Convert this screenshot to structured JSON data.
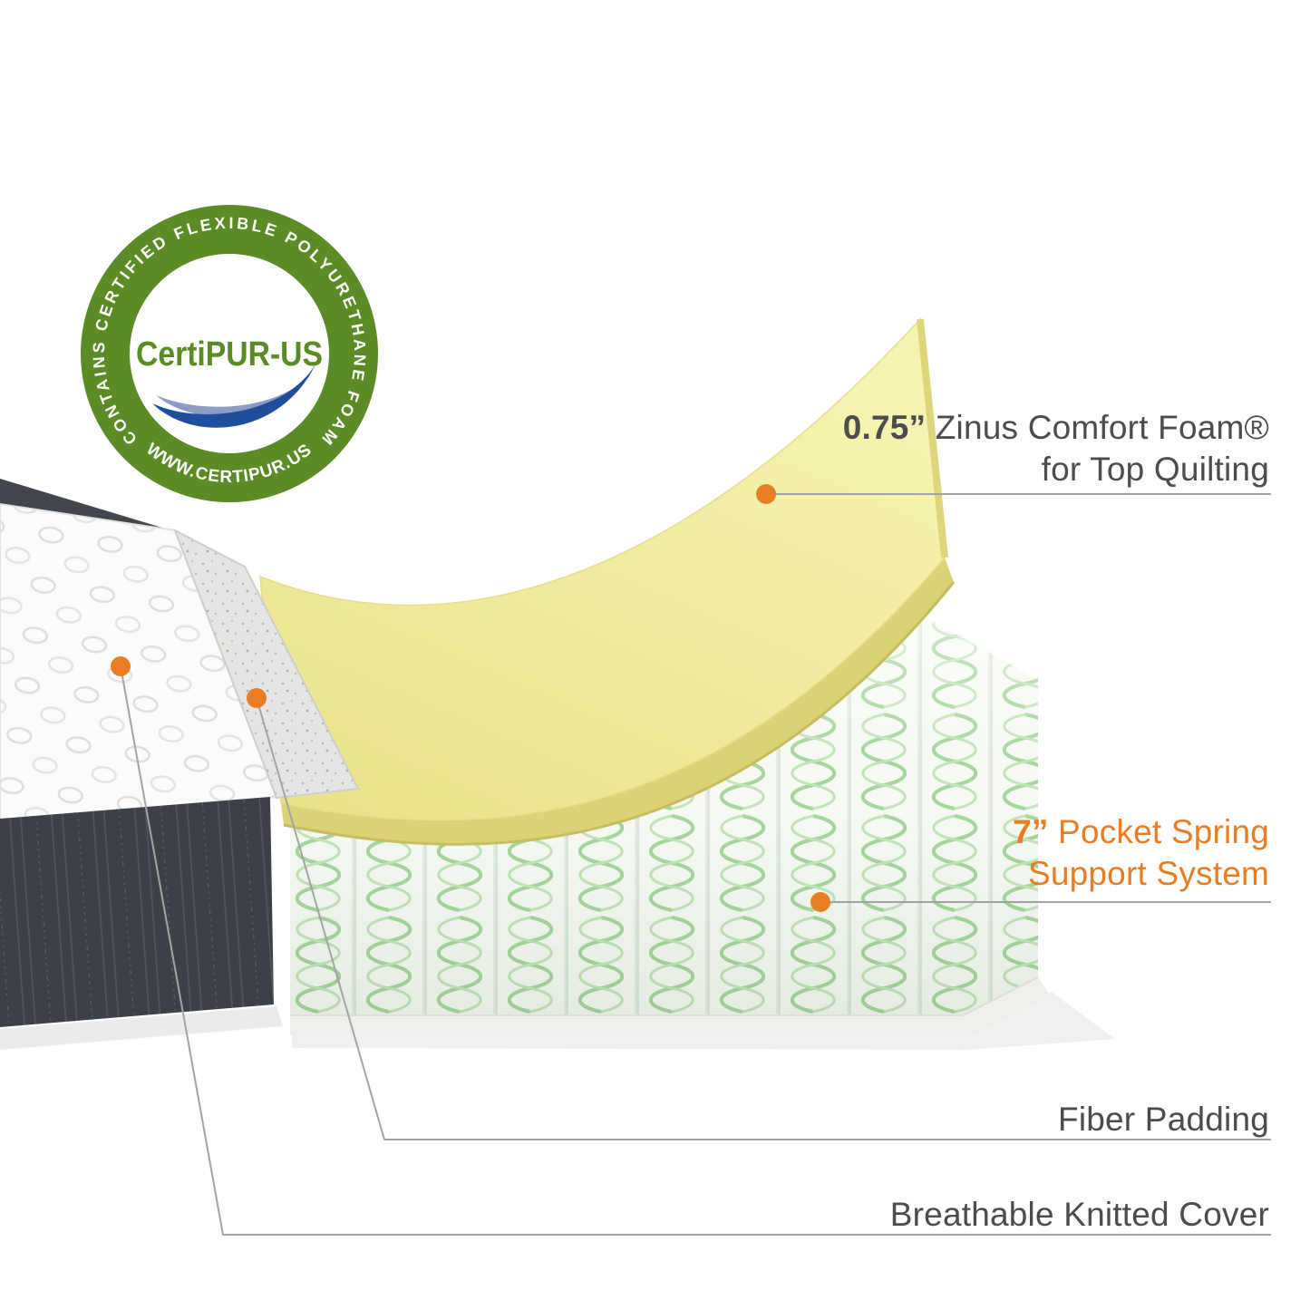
{
  "badge": {
    "top_text": "CONTAINS CERTIFIED FLEXIBLE POLYURETHANE FOAM",
    "bottom_text": "WWW.CERTIPUR.US",
    "center_text": "CertiPUR-US",
    "registered_mark": "®",
    "ring_color": "#5a8b25",
    "swoosh_dark_color": "#1e4e9c",
    "swoosh_light_color": "#8c9cc6"
  },
  "labels": {
    "comfort_foam": {
      "size": "0.75”",
      "name": "Zinus Comfort Foam®",
      "sub": "for Top Quilting"
    },
    "pocket_spring": {
      "size": "7”",
      "name": "Pocket Spring",
      "sub": "Support System",
      "color": "#e87e24"
    },
    "fiber_padding": {
      "text": "Fiber Padding"
    },
    "knitted_cover": {
      "text": "Breathable Knitted Cover"
    }
  },
  "colors": {
    "accent_orange": "#e87e24",
    "label_gray": "#4c4c4e",
    "callout_line": "#a3a3a3",
    "foam_yellow": "#f2eea3",
    "spring_green": "#a5d69c",
    "mattress_side": "#3c4148"
  }
}
